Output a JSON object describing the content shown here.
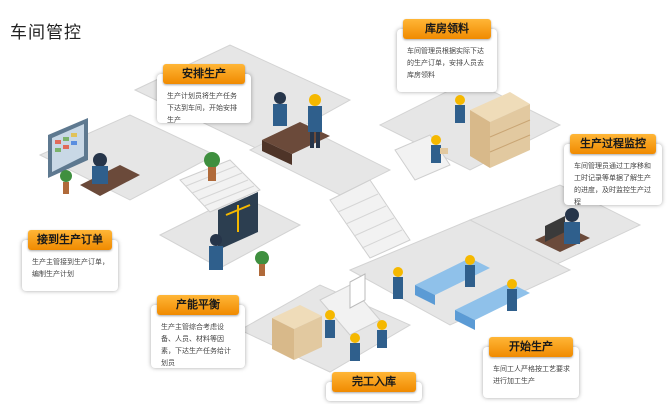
{
  "page": {
    "title": "车间管控"
  },
  "cards": [
    {
      "id": "kufang",
      "title": "库房领料",
      "desc": "车间管理员根据实际下达的生产订单，安排人员去库房领料"
    },
    {
      "id": "anpai",
      "title": "安排生产",
      "desc": "生产计划员将生产任务下达到车间，开始安排生产"
    },
    {
      "id": "jiankong",
      "title": "生产过程监控",
      "desc": "车间管理员通过工序移和工时记录等单据了解生产的进度，及时监控生产过程"
    },
    {
      "id": "jiedan",
      "title": "接到生产订单",
      "desc": "生产主管接到生产订单，编制生产计划"
    },
    {
      "id": "pingheng",
      "title": "产能平衡",
      "desc": "生产主管综合考虑设备、人员、材料等因素，下达生产任务给计划员"
    },
    {
      "id": "kaishi",
      "title": "开始生产",
      "desc": "车间工人严格按工艺要求进行加工生产"
    },
    {
      "id": "wangong",
      "title": "完工入库",
      "desc": ""
    }
  ],
  "colors": {
    "accent": "#f39200",
    "floor": "#e6e6e6",
    "worker_shirt": "#2f5f8c",
    "helmet": "#f5b800",
    "machine": "#5b9bd5",
    "boxes": "#e2c9a0"
  }
}
